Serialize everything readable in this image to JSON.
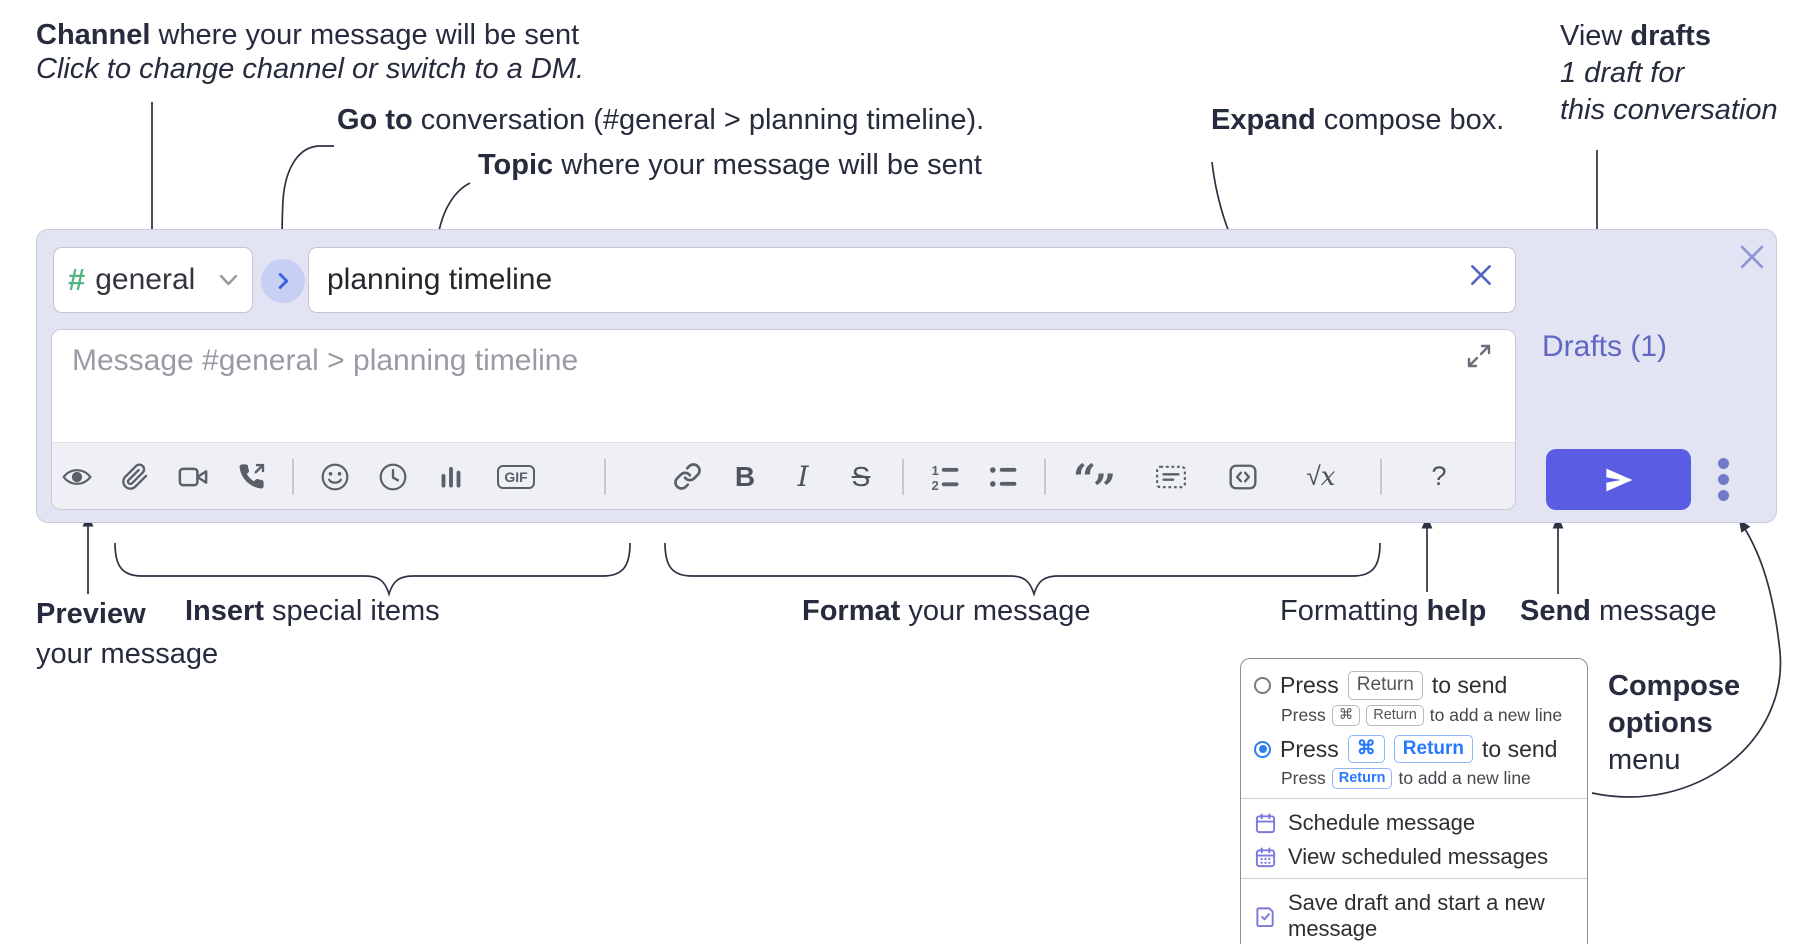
{
  "annotations": {
    "channel": {
      "bold": "Channel",
      "rest": " where your message will be sent",
      "sub": "Click to change channel or switch to a DM."
    },
    "goto": {
      "bold": "Go to",
      "rest": " conversation (#general > planning timeline)."
    },
    "topic": {
      "bold": "Topic",
      "rest": " where your message will be sent"
    },
    "expand": {
      "bold": "Expand",
      "rest": " compose box."
    },
    "drafts": {
      "pre": "View ",
      "bold": "drafts",
      "line2": "1 draft for",
      "line3": "this conversation"
    },
    "preview": {
      "bold": "Preview",
      "line2": "your message"
    },
    "insert": {
      "bold": "Insert",
      "rest": " special items"
    },
    "format": {
      "bold": "Format",
      "rest": " your message"
    },
    "formatting_help": {
      "pre": "Formatting ",
      "bold": "help"
    },
    "send": {
      "bold": "Send",
      "rest": " message"
    },
    "compose_options": {
      "line1": "Compose",
      "line2": "options",
      "line3": "menu"
    }
  },
  "compose": {
    "channel": {
      "hash": "#",
      "name": "general"
    },
    "topic_value": "planning timeline",
    "message_placeholder": "Message #general > planning timeline",
    "drafts_link": "Drafts (1)"
  },
  "toolbar": {
    "gif_label": "GIF",
    "bold_label": "B",
    "italic_label": "I",
    "strike_label": "S",
    "math_root": "√",
    "math_x": "x",
    "help_label": "?",
    "icons": [
      "preview-eye",
      "attach-paperclip",
      "video-call",
      "voice-call",
      "emoji-smiley",
      "time-clock",
      "poll-bar-chart",
      "gif",
      "link",
      "bold",
      "italic",
      "strikethrough",
      "numbered-list",
      "bulleted-list",
      "quote",
      "spoiler",
      "code",
      "math",
      "help"
    ]
  },
  "menu": {
    "options": [
      {
        "pre": "Press",
        "key1": "Return",
        "post": "to send",
        "sub_pre": "Press",
        "sub_key1": "⌘",
        "sub_key2": "Return",
        "sub_post": "to add a new line",
        "selected": false
      },
      {
        "pre": "Press",
        "key1": "⌘",
        "key2": "Return",
        "post": "to send",
        "sub_pre": "Press",
        "sub_key1": "Return",
        "sub_post": "to add a new line",
        "selected": true
      }
    ],
    "items": [
      {
        "label": "Schedule message",
        "icon": "calendar-icon"
      },
      {
        "label": "View scheduled messages",
        "icon": "calendar-grid-icon"
      },
      {
        "label": "Save draft and start a new message",
        "icon": "save-draft-icon"
      }
    ]
  },
  "colors": {
    "compose_bg": "#e2e4f3",
    "send_button": "#5a5ce4",
    "drafts_link": "#6166c3",
    "hash_green": "#57b584",
    "go_chevron_blue": "#3f63e0",
    "menu_icon_purple": "#7b79dd",
    "radio_selected_blue": "#2d7ff0",
    "kbd_blue": "#2979ff",
    "annotation_ink": "#262b3d",
    "toolbar_icon": "#5b5f68"
  }
}
